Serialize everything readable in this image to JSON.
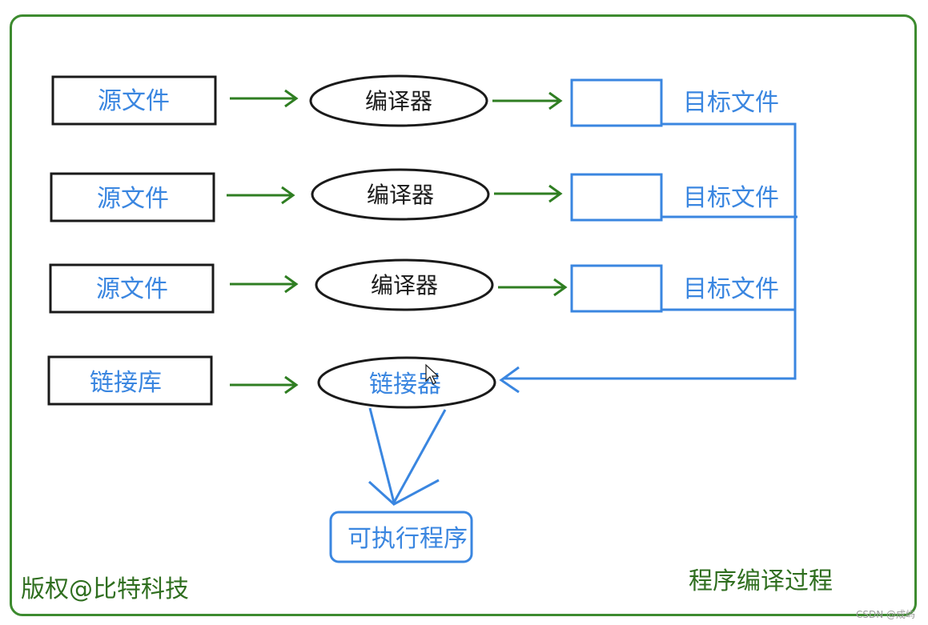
{
  "source_files": [
    "源文件",
    "源文件",
    "源文件"
  ],
  "library": "链接库",
  "compiler": [
    "编译器",
    "编译器",
    "编译器"
  ],
  "linker": "链接器",
  "object_files": [
    "目标文件",
    "目标文件",
    "目标文件"
  ],
  "executable": "可执行程序",
  "copyright": "版权@比特科技",
  "caption": "程序编译过程",
  "watermark": "CSDN @成屿",
  "colors": {
    "frame": "#3d8b2f",
    "green_arrow": "#2f7e22",
    "blue": "#3a86e0",
    "black": "#1a1a1a"
  }
}
